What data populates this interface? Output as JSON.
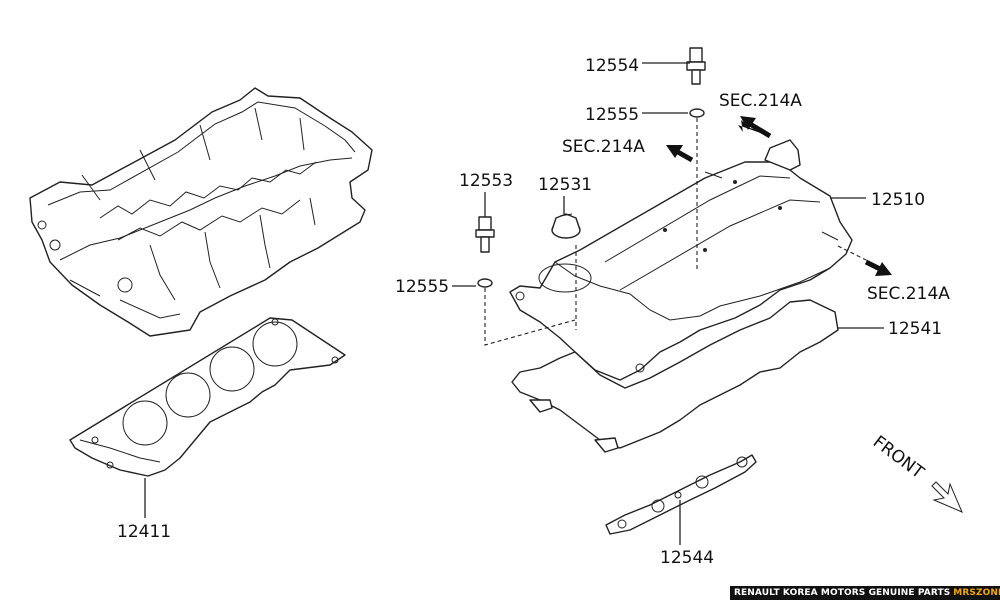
{
  "parts": {
    "p12554": "12554",
    "p12555_top": "12555",
    "p12553": "12553",
    "p12531": "12531",
    "p12555_left": "12555",
    "p12510": "12510",
    "p12541": "12541",
    "p12411": "12411",
    "p12544": "12544"
  },
  "sections": {
    "sec_a": "SEC.214A",
    "sec_b": "SEC.214A",
    "sec_c": "SEC.214A"
  },
  "direction": {
    "front": "FRONT"
  },
  "watermark": {
    "text": "RENAULT KOREA MOTORS GENUINE PARTS",
    "brand": "MRSZONE",
    "brand_color": "#f0a800"
  }
}
